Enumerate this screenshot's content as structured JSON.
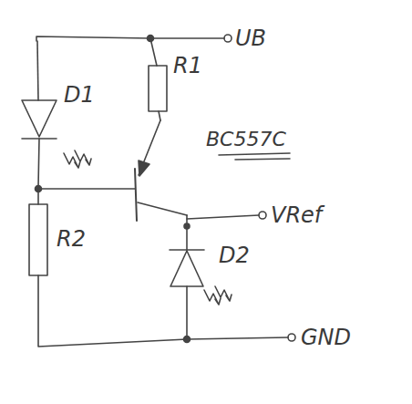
{
  "diagram": {
    "labels": [
      "UB",
      "D1",
      "R1",
      "BC557C",
      "R2",
      "VRef",
      "D2",
      "GND"
    ]
  }
}
